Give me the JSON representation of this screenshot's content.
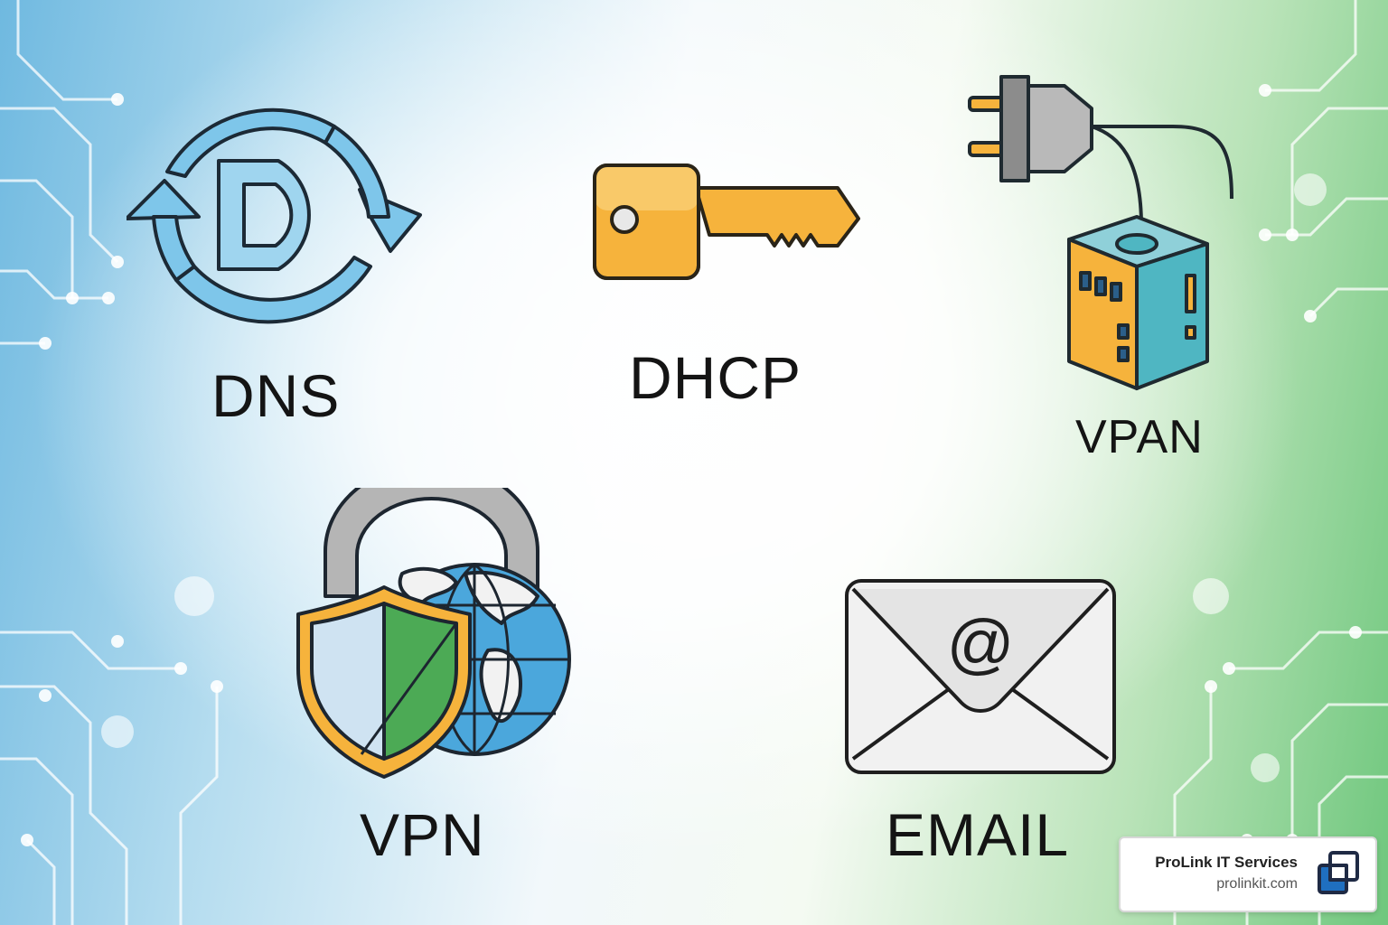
{
  "services": {
    "dns": {
      "label": "DNS",
      "icon": "dns-refresh-icon"
    },
    "dhcp": {
      "label": "DHCP",
      "icon": "key-icon"
    },
    "vpan": {
      "label": "VPAN",
      "icon": "plug-cube-icon"
    },
    "vpn": {
      "label": "VPN",
      "icon": "globe-shield-lock-icon"
    },
    "email": {
      "label": "EMAIL",
      "icon": "envelope-at-icon"
    }
  },
  "badge": {
    "name": "ProLink IT Services",
    "url": "prolinkit.com",
    "icon": "prolink-logo-icon"
  },
  "colors": {
    "dns_blue": "#5bb3e0",
    "key_orange": "#f6b33c",
    "cube_teal": "#4fb6c2",
    "shield_green": "#4caa55",
    "badge_blue": "#1f6fc0"
  }
}
